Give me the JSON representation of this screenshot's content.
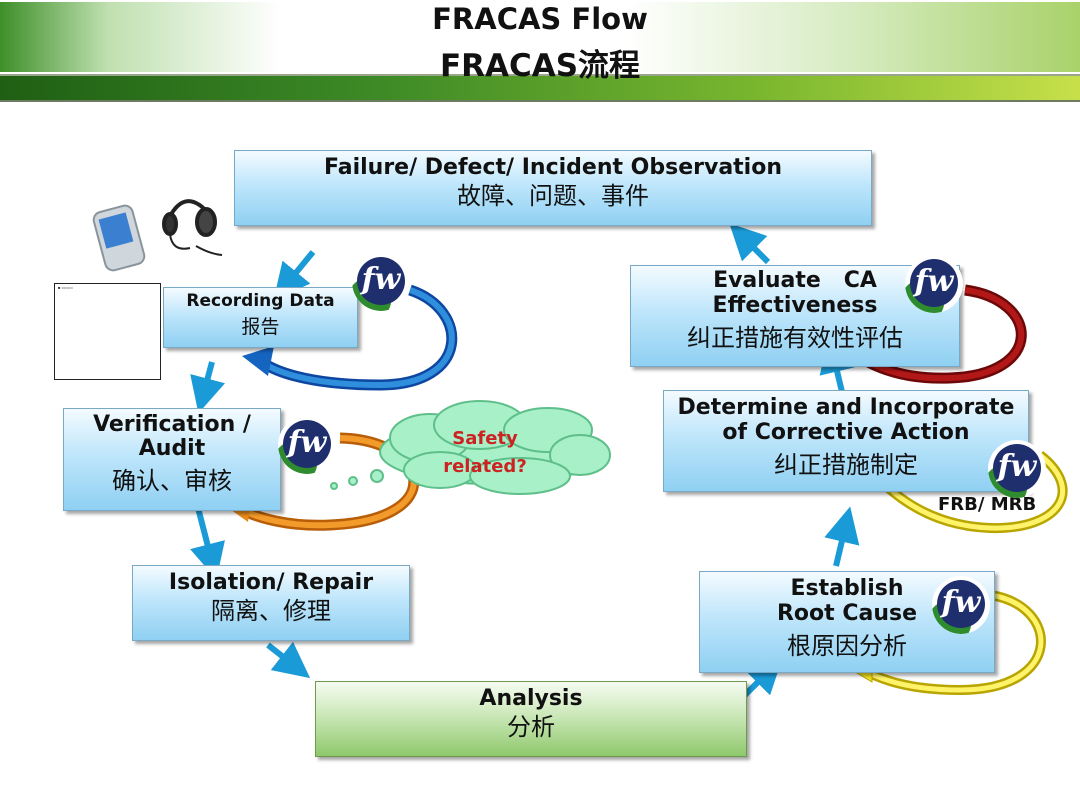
{
  "title": {
    "line1": "FRACAS Flow",
    "line2": "FRACAS流程"
  },
  "boxes": {
    "observation": {
      "en": "Failure/ Defect/ Incident Observation",
      "cn": "故障、问题、事件"
    },
    "recording": {
      "en": "Recording Data",
      "cn": "报告"
    },
    "verification": {
      "en": "Verification /\nAudit",
      "cn": "确认、审核"
    },
    "isolation": {
      "en": "Isolation/ Repair",
      "cn": "隔离、修理"
    },
    "analysis": {
      "en": "Analysis",
      "cn": "分析"
    },
    "root_cause": {
      "en": "Establish\nRoot Cause",
      "cn": "根原因分析"
    },
    "corrective": {
      "en": "Determine and Incorporate\nof Corrective Action",
      "cn": "纠正措施制定"
    },
    "evaluate": {
      "en": "Evaluate   CA\nEffectiveness",
      "cn": "纠正措施有效性评估"
    }
  },
  "cloud": {
    "line1": "Safety",
    "line2": "related?"
  },
  "frb_label": "FRB/ MRB",
  "logo_text": "fw",
  "colors": {
    "arrow_blue": "#1a9bd7",
    "loop_blue": "#1565c0",
    "loop_orange": "#e8891a",
    "loop_red": "#9b1111",
    "loop_yellow": "#f2e020"
  }
}
